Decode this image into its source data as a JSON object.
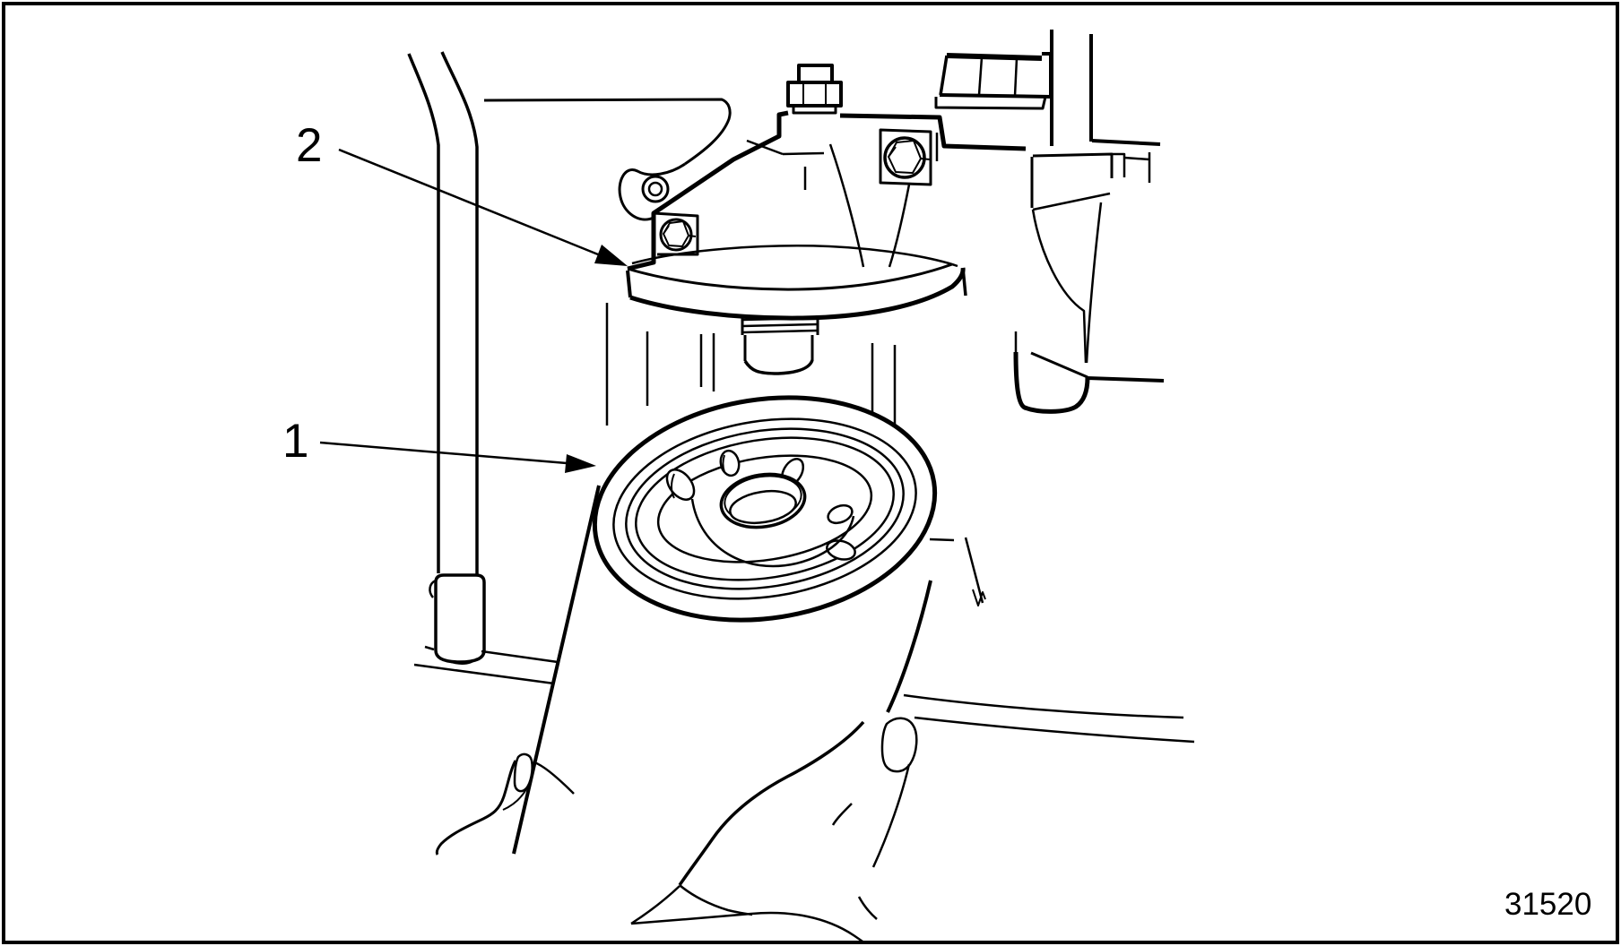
{
  "figure": {
    "callout_1": "1",
    "callout_2": "2",
    "figure_number": "31520",
    "colors": {
      "line": "#000000",
      "background": "#ffffff",
      "border": "#000000"
    }
  }
}
